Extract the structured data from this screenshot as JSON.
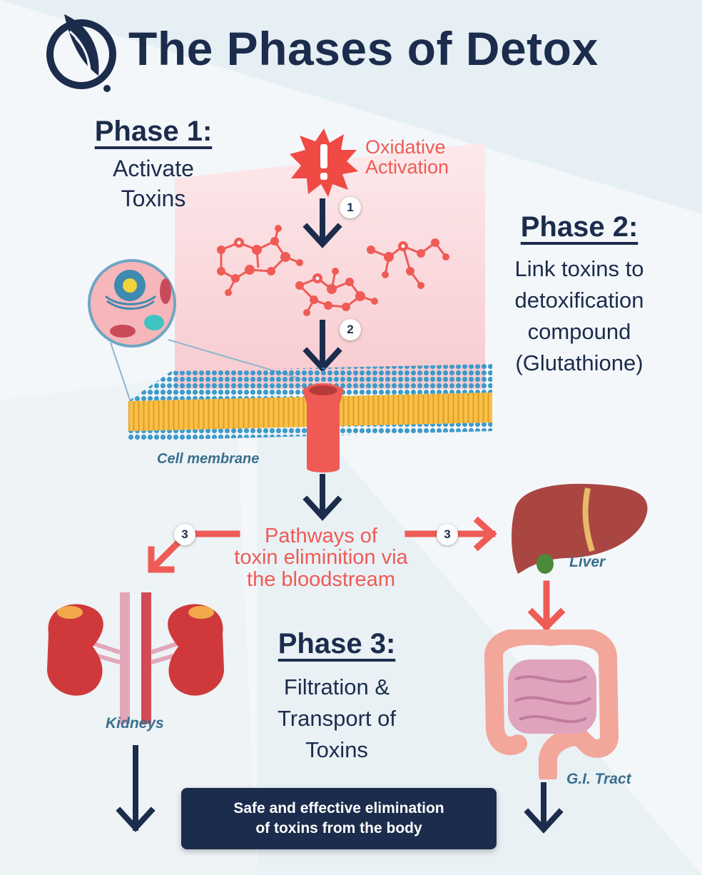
{
  "title": "The Phases of Detox",
  "phase1": {
    "heading": "Phase 1:",
    "lines": [
      "Activate",
      "Toxins"
    ]
  },
  "phase2": {
    "heading": "Phase 2:",
    "lines": [
      "Link toxins to",
      "detoxification",
      "compound",
      "(Glutathione)"
    ]
  },
  "phase3": {
    "heading": "Phase 3:",
    "lines": [
      "Filtration &",
      "Transport of",
      "Toxins"
    ]
  },
  "oxidative": {
    "lines": [
      "Oxidative",
      "Activation"
    ]
  },
  "pathways": {
    "lines": [
      "Pathways of",
      "toxin eliminition via",
      "the bloodstream"
    ]
  },
  "labels": {
    "cell_membrane": "Cell membrane",
    "liver": "Liver",
    "kidneys": "Kidneys",
    "gi_tract": "G.I. Tract"
  },
  "badges": {
    "step1": "1",
    "step2": "2",
    "step3_left": "3",
    "step3_right": "3"
  },
  "final": {
    "lines": [
      "Safe and effective elimination",
      "of toxins from the body"
    ]
  },
  "colors": {
    "navy": "#1c2c4c",
    "red": "#ef5b55",
    "blue_label": "#3a6f8f"
  }
}
